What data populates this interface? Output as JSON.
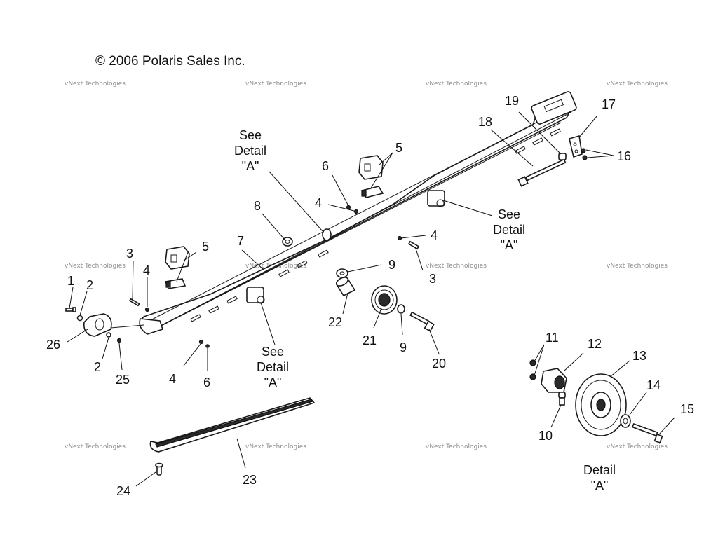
{
  "copyright": "© 2006 Polaris Sales Inc.",
  "watermark_text": "vNext Technologies",
  "see_detail_lines": [
    "See",
    "Detail",
    "\"A\""
  ],
  "detail_title_lines": [
    "Detail",
    "\"A\""
  ],
  "callouts": {
    "c1": "1",
    "c2a": "2",
    "c2b": "2",
    "c3a": "3",
    "c3b": "3",
    "c4a": "4",
    "c4b": "4",
    "c4c": "4",
    "c4d": "4",
    "c5a": "5",
    "c5b": "5",
    "c6a": "6",
    "c6b": "6",
    "c7": "7",
    "c8": "8",
    "c9a": "9",
    "c9b": "9",
    "c10": "10",
    "c11": "11",
    "c12": "12",
    "c13": "13",
    "c14": "14",
    "c15": "15",
    "c16": "16",
    "c17": "17",
    "c18": "18",
    "c19": "19",
    "c20": "20",
    "c21": "21",
    "c22": "22",
    "c23": "23",
    "c24": "24",
    "c25": "25",
    "c26": "26"
  },
  "colors": {
    "ink": "#111111",
    "watermark": "#8c8c8c",
    "background": "#ffffff"
  }
}
